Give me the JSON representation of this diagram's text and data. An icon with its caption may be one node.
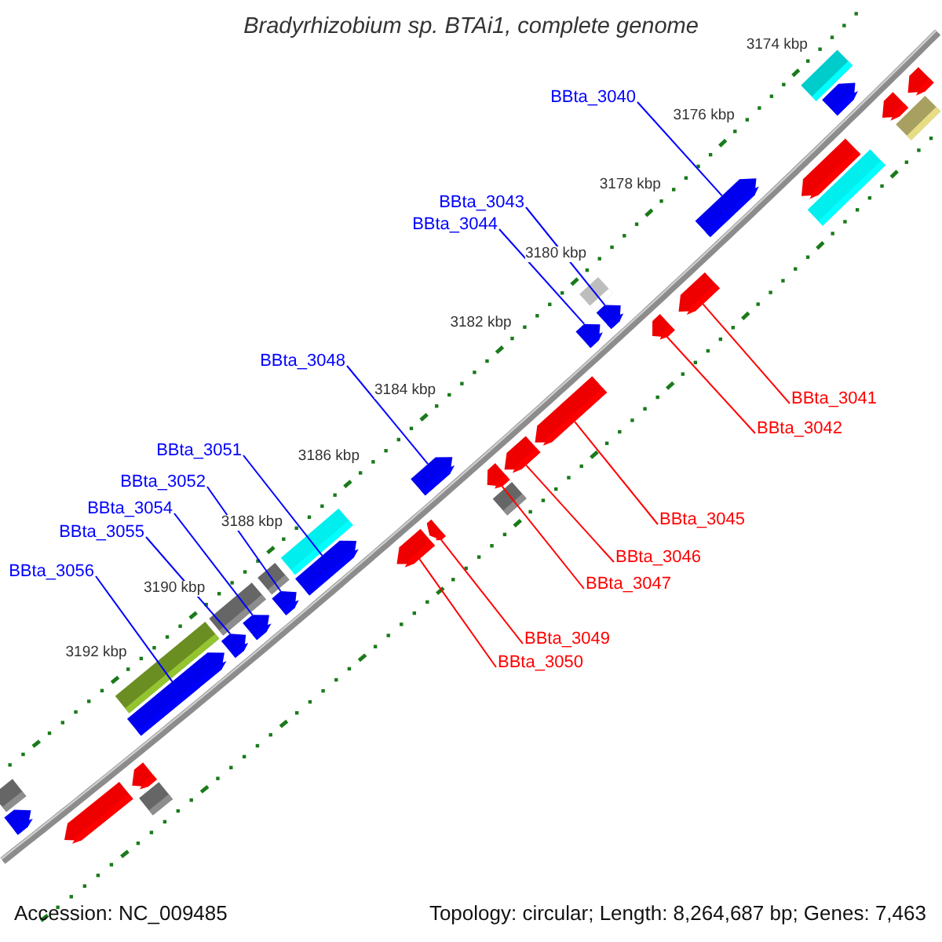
{
  "diagram": {
    "title": "Bradyrhizobium sp. BTAi1, complete genome",
    "nodes": [
      {
        "text": [
          "BBta_3040"
        ]
      },
      {
        "text": [
          "BBta_3043"
        ]
      },
      {
        "text": [
          "BBta_3044"
        ]
      },
      {
        "text": [
          "BBta_3048"
        ]
      },
      {
        "text": [
          "BBta_3041"
        ]
      },
      {
        "text": [
          "BBta_3042"
        ]
      },
      {
        "text": [
          "BBta_3051"
        ]
      },
      {
        "text": [
          "BBta_3052"
        ]
      },
      {
        "text": [
          "BBta_3054"
        ]
      },
      {
        "text": [
          "BBta_3045"
        ]
      },
      {
        "text": [
          "BBta_3055"
        ]
      },
      {
        "text": [
          "BBta_3046"
        ]
      },
      {
        "text": [
          "BBta_3056"
        ]
      },
      {
        "text": [
          "BBta_3047"
        ]
      },
      {
        "text": [
          "BBta_3049"
        ]
      },
      {
        "text": [
          "BBta_3050"
        ]
      },
      {
        "text": [],
        "shape": "bar"
      },
      {
        "text": [],
        "shape": "pentagon"
      },
      {
        "text": [],
        "shape": "pentagon"
      },
      {
        "text": [],
        "shape": "pentagon"
      },
      {
        "text": [],
        "shape": "bar"
      },
      {
        "text": [],
        "shape": "pentagon"
      },
      {
        "text": [],
        "shape": "bar"
      },
      {
        "text": [],
        "shape": "pentagon"
      },
      {
        "text": [],
        "shape": "bar"
      },
      {
        "text": [],
        "shape": "pentagon"
      },
      {
        "text": [],
        "shape": "pentagon"
      },
      {
        "text": [],
        "shape": "pentagon"
      },
      {
        "text": [],
        "shape": "pentagon"
      },
      {
        "text": [],
        "shape": "pentagon"
      },
      {
        "text": [],
        "shape": "pentagon"
      },
      {
        "text": [],
        "shape": "pentagon"
      },
      {
        "text": [],
        "shape": "pentagon"
      },
      {
        "text": [],
        "shape": "bar"
      },
      {
        "text": [],
        "shape": "pentagon"
      },
      {
        "text": [],
        "shape": "bar"
      },
      {
        "text": [],
        "shape": "pentagon"
      },
      {
        "text": [],
        "shape": "pentagon"
      },
      {
        "text": [],
        "shape": "bar"
      },
      {
        "text": [],
        "shape": "pentagon"
      },
      {
        "text": [],
        "shape": "bar"
      },
      {
        "text": [],
        "shape": "pentagon"
      },
      {
        "text": [],
        "shape": "pentagon"
      },
      {
        "text": [],
        "shape": "bar"
      },
      {
        "text": [],
        "shape": "pentagon"
      },
      {
        "text": [],
        "shape": "pentagon"
      },
      {
        "text": [],
        "shape": "bar"
      },
      {
        "text": [],
        "shape": "bar"
      },
      {
        "text": [],
        "shape": "pentagon"
      },
      {
        "text": [],
        "shape": "pentagon"
      }
    ],
    "edges": [
      {
        "from": 0,
        "to": 23,
        "arrow": "none"
      },
      {
        "from": 1,
        "to": 26,
        "arrow": "none"
      },
      {
        "from": 2,
        "to": 28,
        "arrow": "none"
      },
      {
        "from": 3,
        "to": 31,
        "arrow": "none"
      },
      {
        "from": 4,
        "to": 25,
        "arrow": "none",
        "color": "#ff0000"
      },
      {
        "from": 5,
        "to": 27,
        "arrow": "none",
        "color": "#ff0000"
      },
      {
        "from": 6,
        "to": 37,
        "arrow": "none"
      },
      {
        "from": 7,
        "to": 39,
        "arrow": "none"
      },
      {
        "from": 8,
        "to": 41,
        "arrow": "none"
      },
      {
        "from": 9,
        "to": 29,
        "arrow": "none",
        "color": "#ff0000"
      },
      {
        "from": 10,
        "to": 42,
        "arrow": "none"
      },
      {
        "from": 11,
        "to": 30,
        "arrow": "none",
        "color": "#ff0000"
      },
      {
        "from": 12,
        "to": 44,
        "arrow": "none"
      },
      {
        "from": 13,
        "to": 32,
        "arrow": "none",
        "color": "#ff0000"
      },
      {
        "from": 14,
        "to": 34,
        "arrow": "none",
        "color": "#ff0000"
      },
      {
        "from": 15,
        "to": 36,
        "arrow": "none",
        "color": "#ff0000"
      }
    ],
    "labels": [
      "3174 kbp",
      "3176 kbp",
      "3178 kbp",
      "3180 kbp",
      "3182 kbp",
      "3184 kbp",
      "3186 kbp",
      "3188 kbp",
      "3190 kbp",
      "3192 kbp",
      "Accession: NC_009485",
      "Topology: circular; Length: 8,264,687 bp; Genes: 7,463"
    ]
  }
}
